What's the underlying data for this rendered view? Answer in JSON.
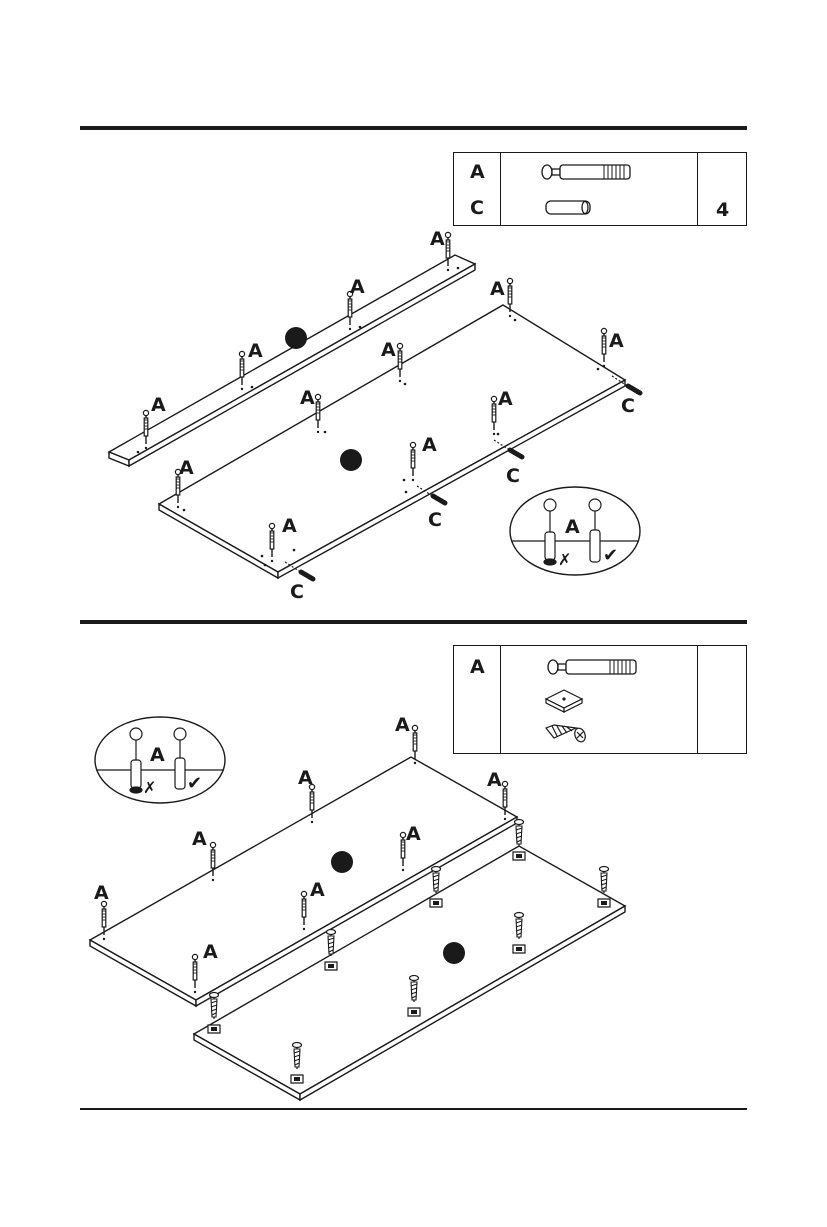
{
  "step1": {
    "parts": [
      {
        "letter": "A",
        "icon": "cam-bolt-icon"
      },
      {
        "letter": "C",
        "icon": "dowel-icon"
      }
    ],
    "quantity": "4",
    "callouts": {
      "A": "A",
      "C": "C"
    },
    "detail": {
      "letter": "A",
      "wrong": "✗",
      "right": "✔"
    }
  },
  "step2": {
    "parts": [
      {
        "letter": "A",
        "icon": "cam-bolt-icon"
      },
      {
        "letter": "",
        "icon": "foot-pad-icon"
      },
      {
        "letter": "",
        "icon": "screw-icon"
      }
    ],
    "detail": {
      "letter": "A",
      "wrong": "✗",
      "right": "✔"
    }
  },
  "colors": {
    "ink": "#1a1a1a",
    "paper": "#ffffff"
  }
}
